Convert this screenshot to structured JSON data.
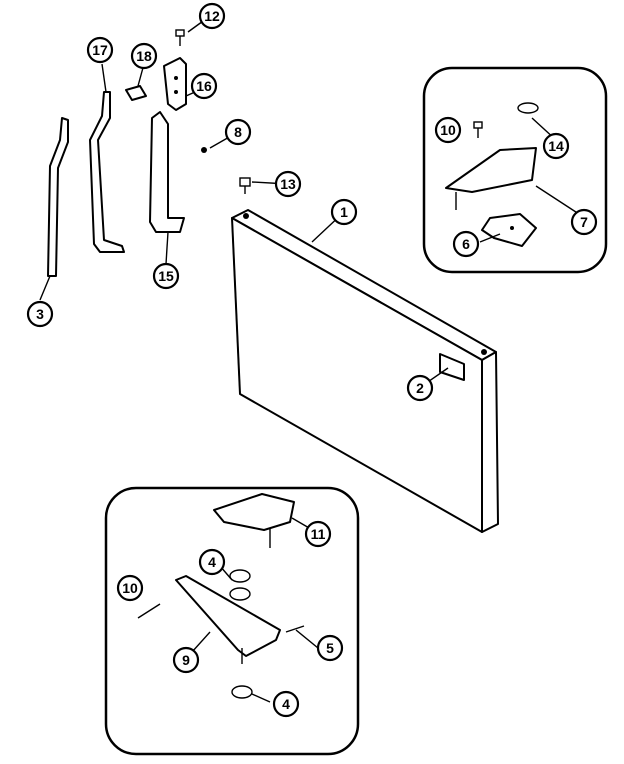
{
  "callouts": [
    {
      "id": "c1",
      "label": "1"
    },
    {
      "id": "c2",
      "label": "2"
    },
    {
      "id": "c3",
      "label": "3"
    },
    {
      "id": "c4a",
      "label": "4"
    },
    {
      "id": "c4b",
      "label": "4"
    },
    {
      "id": "c5",
      "label": "5"
    },
    {
      "id": "c6",
      "label": "6"
    },
    {
      "id": "c7",
      "label": "7"
    },
    {
      "id": "c8",
      "label": "8"
    },
    {
      "id": "c9",
      "label": "9"
    },
    {
      "id": "c10a",
      "label": "10"
    },
    {
      "id": "c10b",
      "label": "10"
    },
    {
      "id": "c11",
      "label": "11"
    },
    {
      "id": "c12",
      "label": "12"
    },
    {
      "id": "c13",
      "label": "13"
    },
    {
      "id": "c14",
      "label": "14"
    },
    {
      "id": "c15",
      "label": "15"
    },
    {
      "id": "c16",
      "label": "16"
    },
    {
      "id": "c17",
      "label": "17"
    },
    {
      "id": "c18",
      "label": "18"
    }
  ]
}
